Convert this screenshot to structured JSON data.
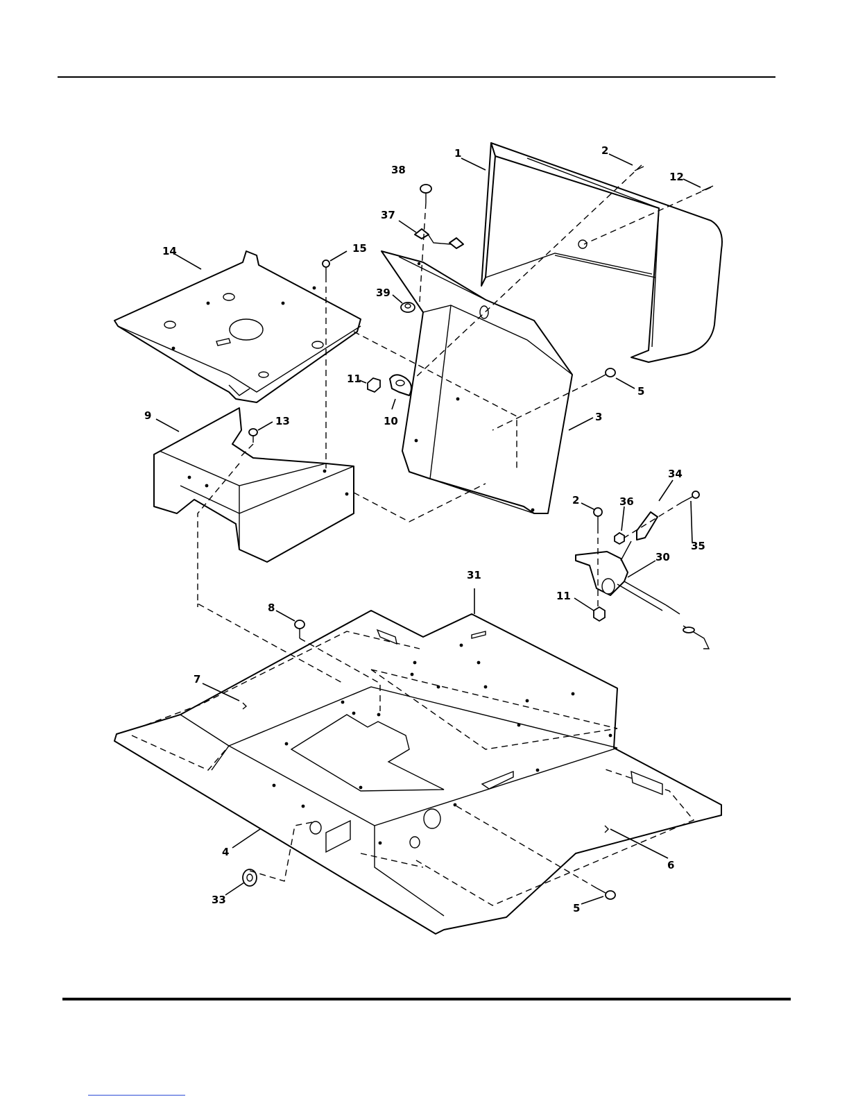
{
  "diagram": {
    "callouts": [
      {
        "id": "c1",
        "label": "1"
      },
      {
        "id": "c2a",
        "label": "2"
      },
      {
        "id": "c12",
        "label": "12"
      },
      {
        "id": "c38",
        "label": "38"
      },
      {
        "id": "c37",
        "label": "37"
      },
      {
        "id": "c14",
        "label": "14"
      },
      {
        "id": "c15",
        "label": "15"
      },
      {
        "id": "c39",
        "label": "39"
      },
      {
        "id": "c11a",
        "label": "11"
      },
      {
        "id": "c10",
        "label": "10"
      },
      {
        "id": "c5a",
        "label": "5"
      },
      {
        "id": "c3",
        "label": "3"
      },
      {
        "id": "c9",
        "label": "9"
      },
      {
        "id": "c13",
        "label": "13"
      },
      {
        "id": "c34",
        "label": "34"
      },
      {
        "id": "c2b",
        "label": "2"
      },
      {
        "id": "c36",
        "label": "36"
      },
      {
        "id": "c35",
        "label": "35"
      },
      {
        "id": "c30",
        "label": "30"
      },
      {
        "id": "c31",
        "label": "31"
      },
      {
        "id": "c11b",
        "label": "11"
      },
      {
        "id": "c8",
        "label": "8"
      },
      {
        "id": "c7",
        "label": "7"
      },
      {
        "id": "c4",
        "label": "4"
      },
      {
        "id": "c6",
        "label": "6"
      },
      {
        "id": "c33",
        "label": "33"
      },
      {
        "id": "c5b",
        "label": "5"
      }
    ]
  }
}
